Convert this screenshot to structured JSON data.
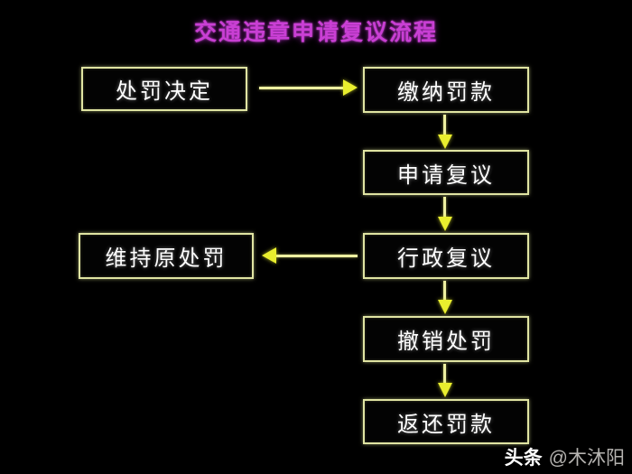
{
  "title": "交通违章申请复议流程",
  "colors": {
    "background": "#000000",
    "title": "#c93fd4",
    "box_border": "#e0e4a2",
    "box_text": "#ffffff",
    "arrow": "#e9ee2e",
    "arrow_stem": "#eef0a0",
    "watermark_brand": "#ffffff",
    "watermark_user": "#b5b3b0"
  },
  "flowchart": {
    "nodes": [
      {
        "id": "penalty-decision",
        "label": "处罚决定"
      },
      {
        "id": "pay-fine",
        "label": "缴纳罚款"
      },
      {
        "id": "apply-review",
        "label": "申请复议"
      },
      {
        "id": "uphold-original-penalty",
        "label": "维持原处罚"
      },
      {
        "id": "administrative-review",
        "label": "行政复议"
      },
      {
        "id": "revoke-penalty",
        "label": "撤销处罚"
      },
      {
        "id": "refund-fine",
        "label": "返还罚款"
      }
    ],
    "edges": [
      {
        "from": "penalty-decision",
        "to": "pay-fine",
        "direction": "right"
      },
      {
        "from": "pay-fine",
        "to": "apply-review",
        "direction": "down"
      },
      {
        "from": "apply-review",
        "to": "administrative-review",
        "direction": "down"
      },
      {
        "from": "administrative-review",
        "to": "uphold-original-penalty",
        "direction": "left"
      },
      {
        "from": "administrative-review",
        "to": "revoke-penalty",
        "direction": "down"
      },
      {
        "from": "revoke-penalty",
        "to": "refund-fine",
        "direction": "down"
      }
    ]
  },
  "watermark": {
    "brand": "头条",
    "user": "@木沐阳"
  }
}
